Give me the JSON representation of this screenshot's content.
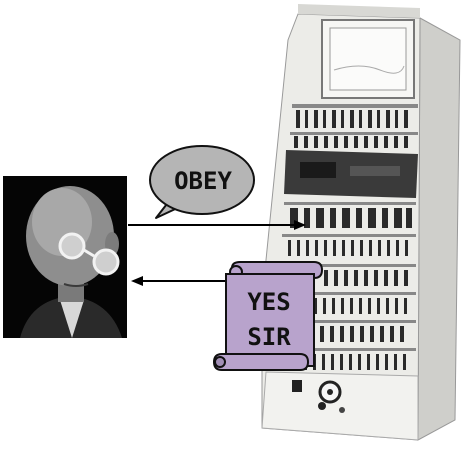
{
  "speech_bubble": {
    "text": "OBEY"
  },
  "scroll": {
    "line1": "YES",
    "line2": "SIR"
  },
  "colors": {
    "bubble_fill": "#b5b5b5",
    "scroll_fill": "#b8a3cc",
    "portrait_bg": "#050505",
    "machine_body": "#e9e9e6",
    "arrow": "#000000"
  },
  "icons": {
    "portrait": "man-with-glasses-portrait",
    "computer": "vintage-mainframe-computer-cabinet"
  }
}
